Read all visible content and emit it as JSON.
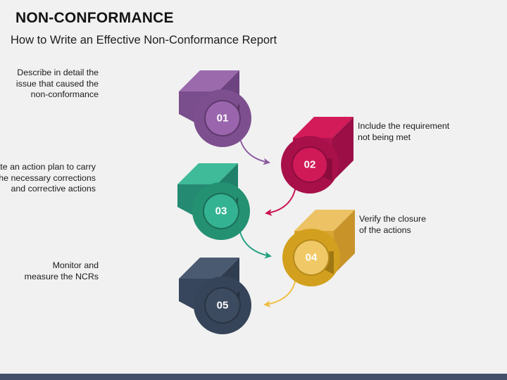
{
  "slide": {
    "title": "NON-CONFORMANCE",
    "subtitle": "How to Write an Effective Non-Conformance Report",
    "background_color": "#f1f1f1",
    "accent_bar_color": "#44506a"
  },
  "diagram": {
    "type": "process-steps",
    "step_count": 5,
    "steps": [
      {
        "number": "01",
        "label": "Describe in detail the\nissue that caused the\nnon-conformance",
        "side": "left",
        "colors": {
          "ring": "#7d4f8f",
          "ring_dark": "#6a4279",
          "inner": "#9b65ad",
          "cube_top": "#9a6aad",
          "cube_left": "#7a4d8c",
          "cube_overlap": "#58325f",
          "connector": "#8c5ba0"
        }
      },
      {
        "number": "02",
        "label": "Include the requirement\nnot being met",
        "side": "right",
        "colors": {
          "ring": "#a8104a",
          "ring_dark": "#8f0d3f",
          "inner": "#d01a57",
          "cube_top": "#d41b59",
          "cube_left": "#b01350",
          "cube_overlap": "#8a0c3c",
          "connector": "#c9134f"
        }
      },
      {
        "number": "03",
        "label": "Create an action plan to carry\nout the necessary corrections\nand corrective actions",
        "side": "left",
        "colors": {
          "ring": "#249172",
          "ring_dark": "#1d7a60",
          "inner": "#34b393",
          "cube_top": "#3fbb99",
          "cube_left": "#258a72",
          "cube_overlap": "#1a5f4e",
          "connector": "#21a081"
        }
      },
      {
        "number": "04",
        "label": "Verify the closure\nof the actions",
        "side": "right",
        "colors": {
          "ring": "#d2a01e",
          "ring_dark": "#b98c18",
          "inner": "#f0c966",
          "cube_top": "#edc265",
          "cube_left": "#d8a533",
          "cube_overlap": "#9e7714",
          "connector": "#f0bd44"
        }
      },
      {
        "number": "05",
        "label": "Monitor and\nmeasure the NCRs",
        "side": "left",
        "colors": {
          "ring": "#364459",
          "ring_dark": "#2b3647",
          "inner": "#3d4b60",
          "cube_top": "#4a5a70",
          "cube_left": "#37465c",
          "cube_overlap": "#242e3d",
          "connector": "#364459"
        }
      }
    ]
  }
}
